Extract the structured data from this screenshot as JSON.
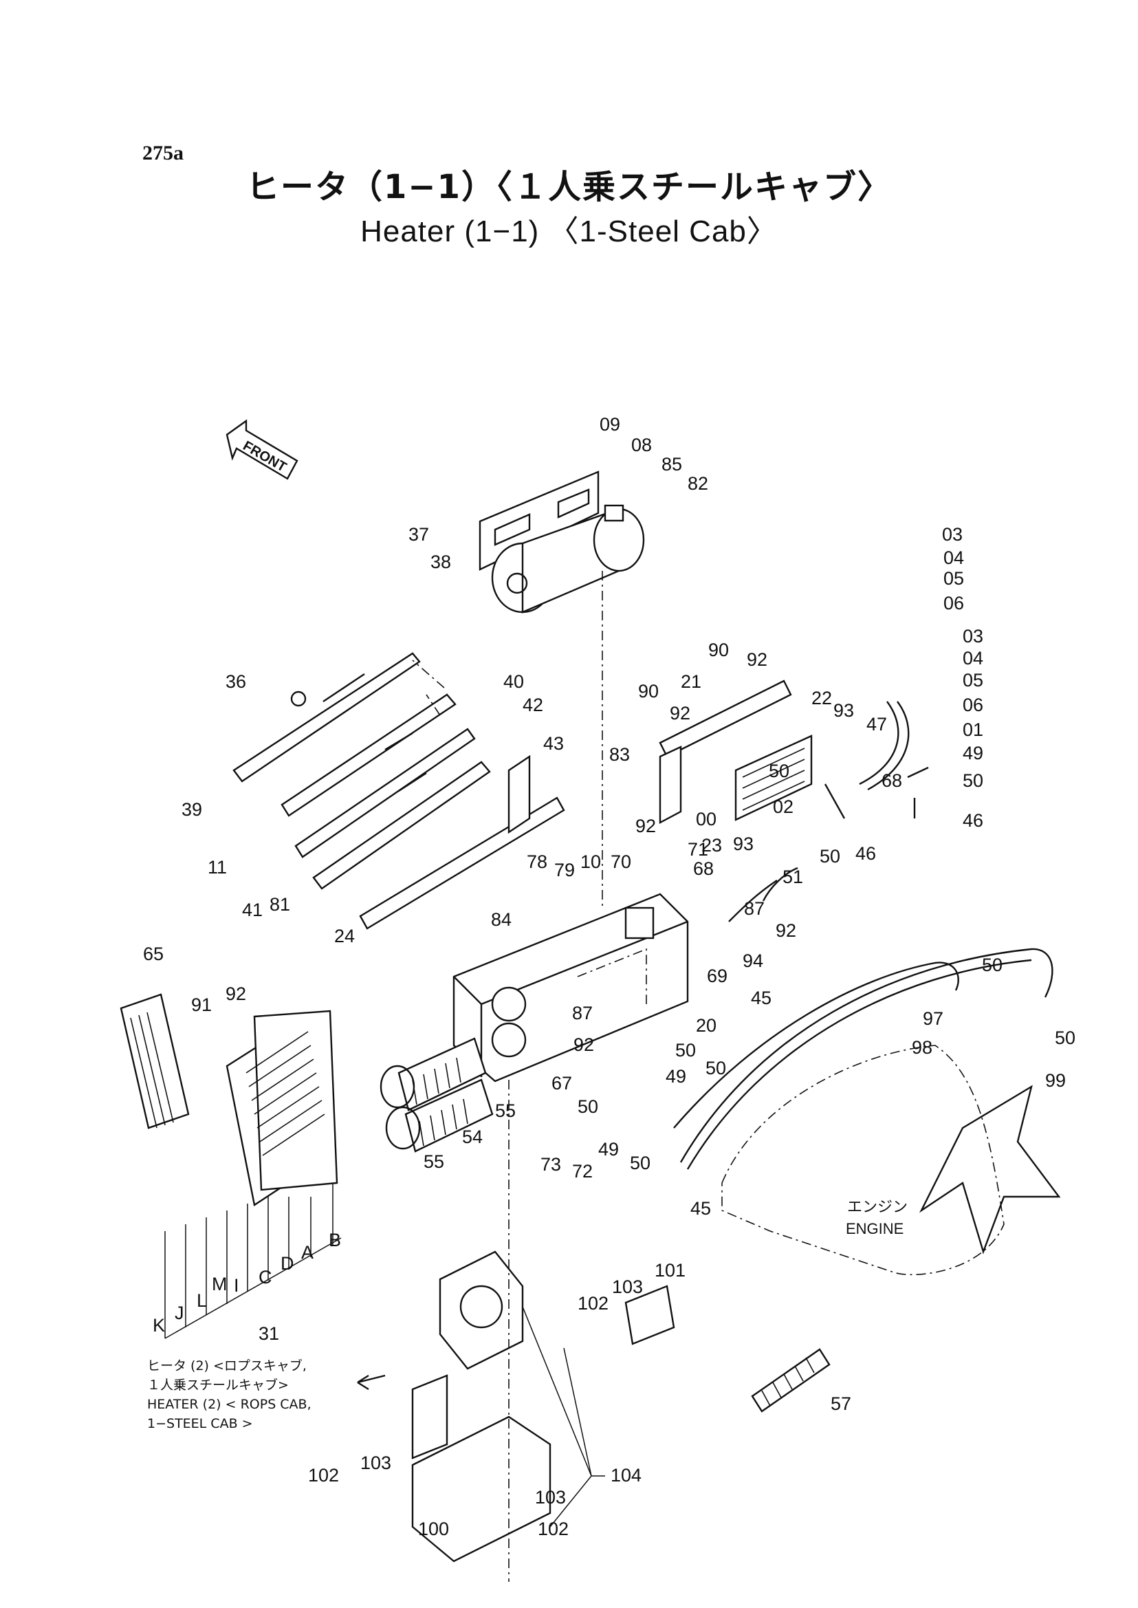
{
  "header": {
    "page_code": "275a",
    "title_jp": "ヒータ（1−1）〈１人乗スチールキャブ〉",
    "title_en": "Heater (1−1) 〈1-Steel Cab〉"
  },
  "labels": {
    "front": "FRONT",
    "engine_jp": "エンジン",
    "engine_en": "ENGINE",
    "note_lines": [
      "ヒータ (2) <ロプスキャブ,",
      "１人乗スチールキャブ>",
      "HEATER (2) < ROPS CAB,",
      "1−STEEL CAB >"
    ]
  },
  "callouts": [
    "09",
    "08",
    "85",
    "82",
    "03",
    "04",
    "05",
    "06",
    "37",
    "38",
    "90",
    "92",
    "03",
    "04",
    "05",
    "06",
    "36",
    "40",
    "42",
    "43",
    "21",
    "90",
    "92",
    "22",
    "93",
    "47",
    "01",
    "49",
    "50",
    "83",
    "50",
    "00",
    "02",
    "68",
    "46",
    "39",
    "11",
    "92",
    "23",
    "93",
    "50",
    "46",
    "41",
    "78",
    "79",
    "10",
    "70",
    "71",
    "68",
    "51",
    "81",
    "84",
    "87",
    "92",
    "24",
    "69",
    "94",
    "65",
    "91",
    "92",
    "50",
    "45",
    "97",
    "50",
    "87",
    "20",
    "98",
    "99",
    "92",
    "50",
    "50",
    "67",
    "49",
    "55",
    "54",
    "50",
    "55",
    "73",
    "72",
    "49",
    "50",
    "B",
    "A",
    "D",
    "C",
    "45",
    "I",
    "M",
    "L",
    "J",
    "K",
    "31",
    "101",
    "103",
    "102",
    "57",
    "103",
    "102",
    "104",
    "103",
    "102",
    "100"
  ]
}
